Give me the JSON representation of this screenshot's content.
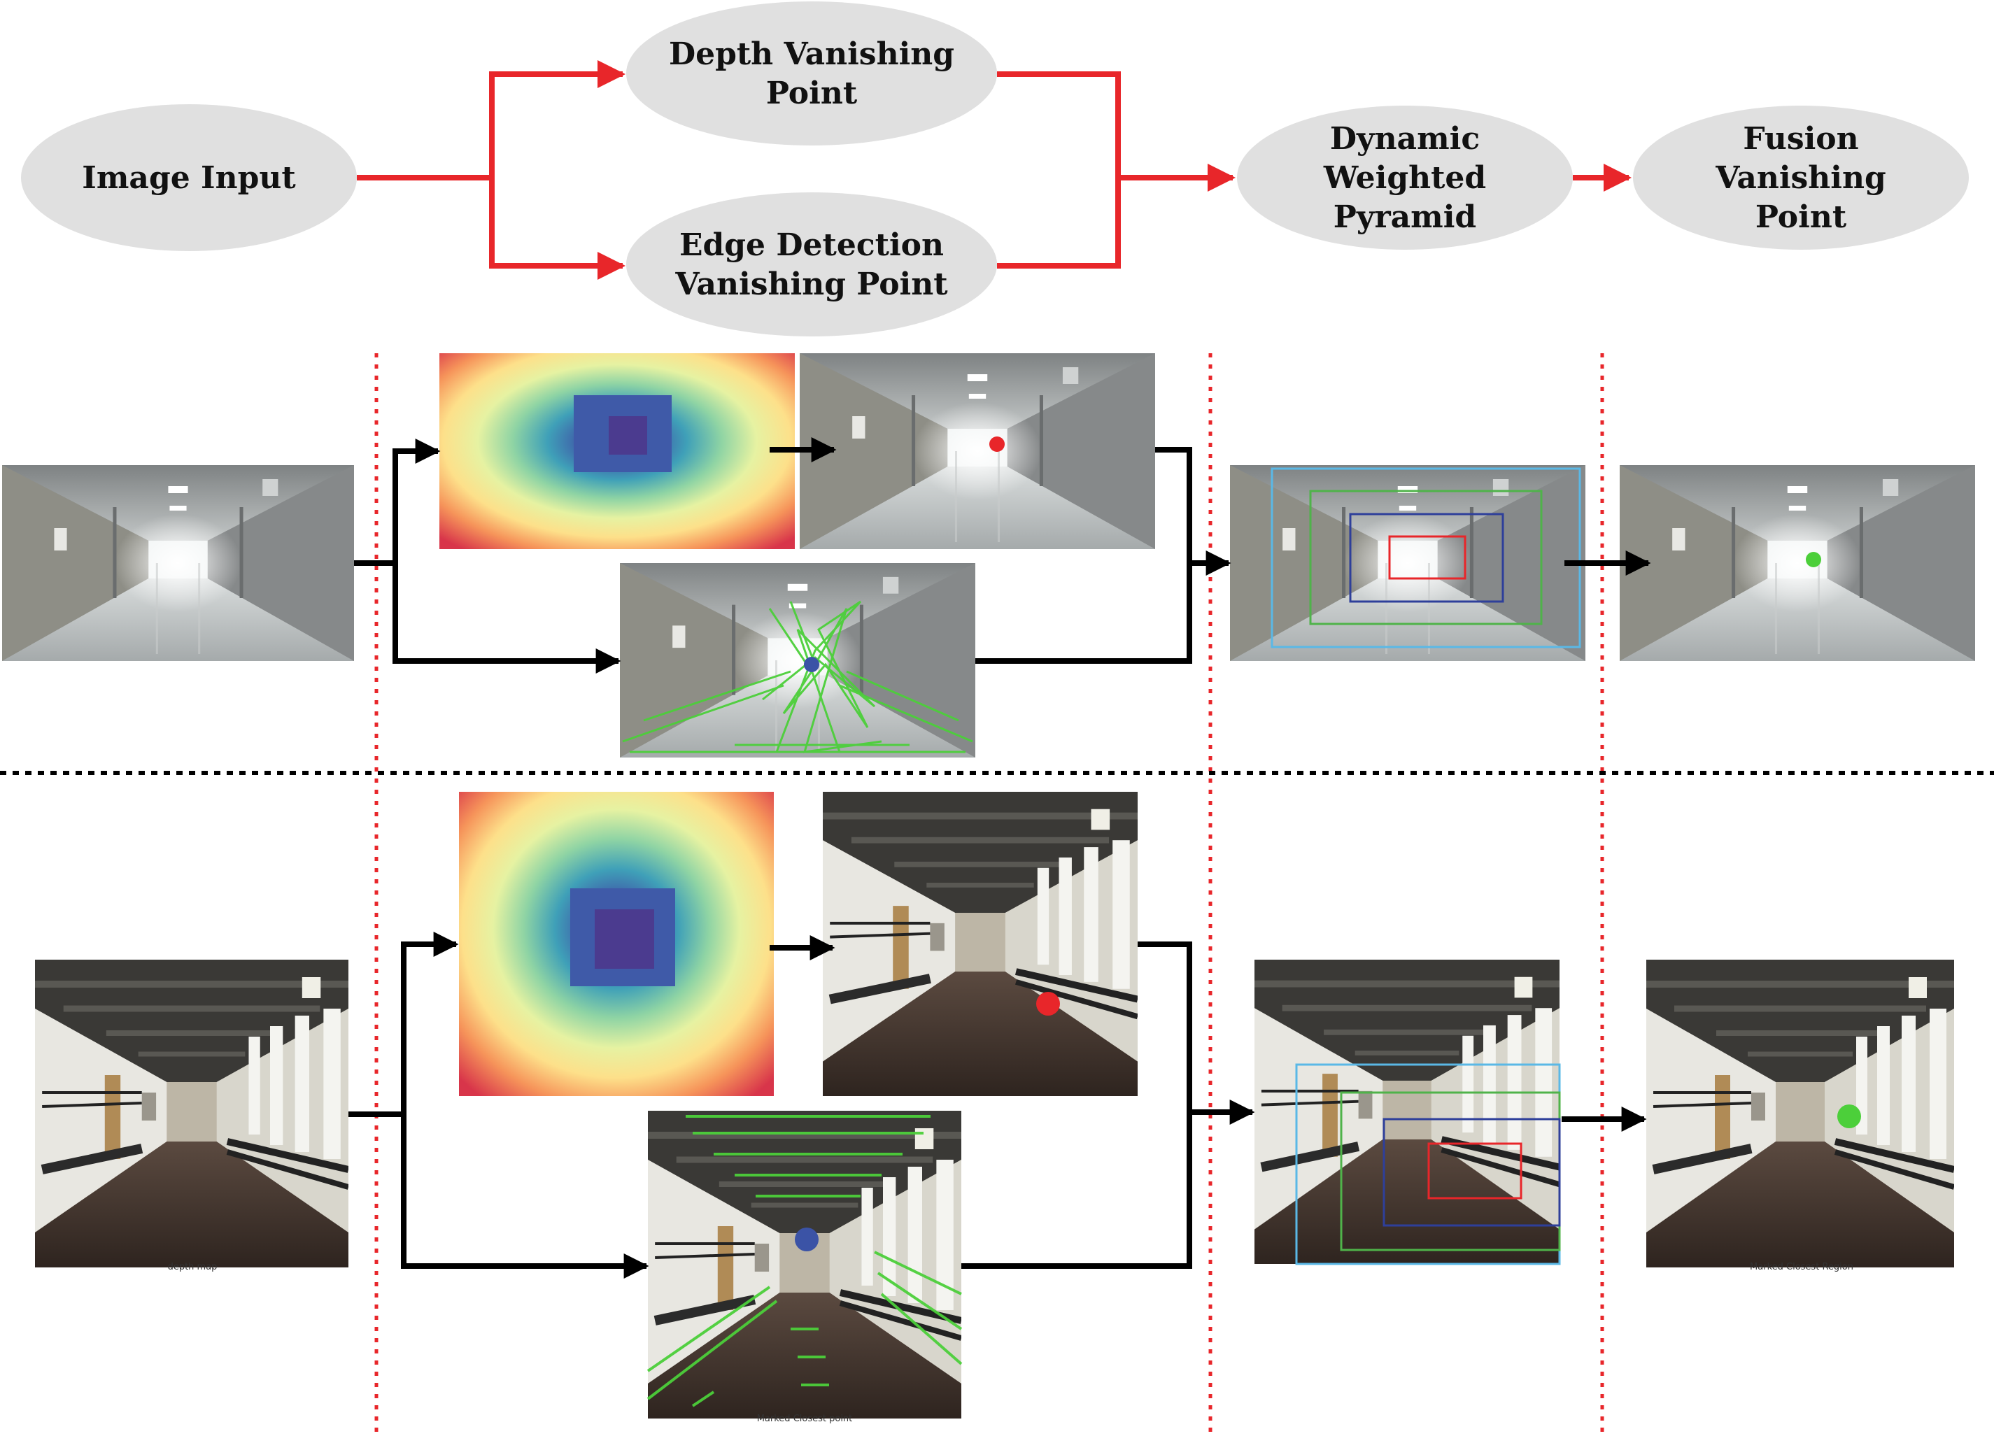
{
  "flowchart": {
    "nodes": {
      "image_input": [
        "Image Input"
      ],
      "depth_vp": [
        "Depth Vanishing",
        "Point"
      ],
      "edge_vp": [
        "Edge Detection",
        "Vanishing Point"
      ],
      "pyramid": [
        "Dynamic",
        "Weighted",
        "Pyramid"
      ],
      "fusion": [
        "Fusion",
        "Vanishing",
        "Point"
      ]
    }
  },
  "image_captions": {
    "row2_input": "depth map",
    "row2_edges": "Marked Closest point",
    "row2_fusion": "Marked Closest Region"
  },
  "colors": {
    "node_fill": "#e0e0e0",
    "flow_arrow": "#e8262a",
    "pipeline_arrow": "#000000",
    "stage_separator": "#e8262a",
    "row_separator": "#000000",
    "depth_point": "#e8262a",
    "edge_point": "#3b53a6",
    "fusion_point": "#4ccf3a",
    "edge_lines": "#4ccf3a",
    "pyramid_levels": [
      "#5ab8e6",
      "#4fb34a",
      "#2e3f9a",
      "#e8262a"
    ]
  }
}
